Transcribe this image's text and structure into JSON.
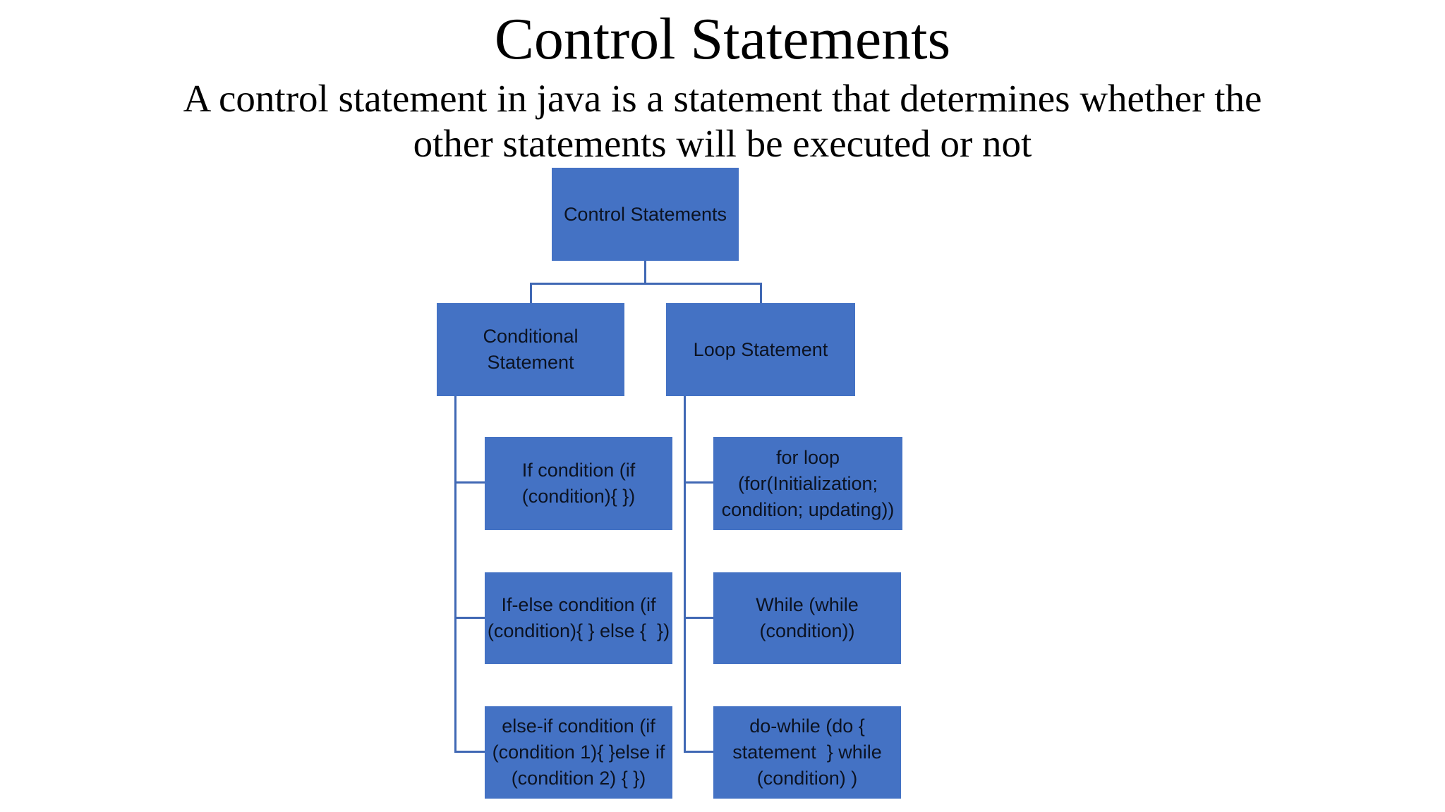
{
  "slide": {
    "title": "Control Statements",
    "subtitle_lines": [
      "A control statement in java is a statement that determines whether the",
      "other statements will be executed or not"
    ]
  },
  "colors": {
    "background": "#ffffff",
    "box_fill": "#4472C4",
    "box_text": "#0c1322",
    "connector": "#4068b4",
    "title_text": "#000000"
  },
  "diagram": {
    "nodes": {
      "root": {
        "parent": null,
        "lines": [
          "Control Statements"
        ]
      },
      "cond": {
        "parent": "root",
        "lines": [
          "Conditional",
          "Statement"
        ]
      },
      "loop": {
        "parent": "root",
        "lines": [
          "Loop Statement"
        ]
      },
      "if": {
        "parent": "cond",
        "lines": [
          "If condition (if",
          "(condition){ })"
        ]
      },
      "for": {
        "parent": "loop",
        "lines": [
          "for loop",
          "(for(Initialization;",
          "condition; updating))"
        ]
      },
      "ifelse": {
        "parent": "cond",
        "lines": [
          "If-else condition (if",
          "(condition){ } else {  })"
        ]
      },
      "while": {
        "parent": "loop",
        "lines": [
          "While (while",
          "(condition))"
        ]
      },
      "elseif": {
        "parent": "cond",
        "lines": [
          "else-if condition (if",
          "(condition 1){ }else if",
          "(condition 2) { })"
        ]
      },
      "dowhile": {
        "parent": "loop",
        "lines": [
          "do-while (do {",
          "statement  } while",
          "(condition) )"
        ]
      }
    }
  }
}
